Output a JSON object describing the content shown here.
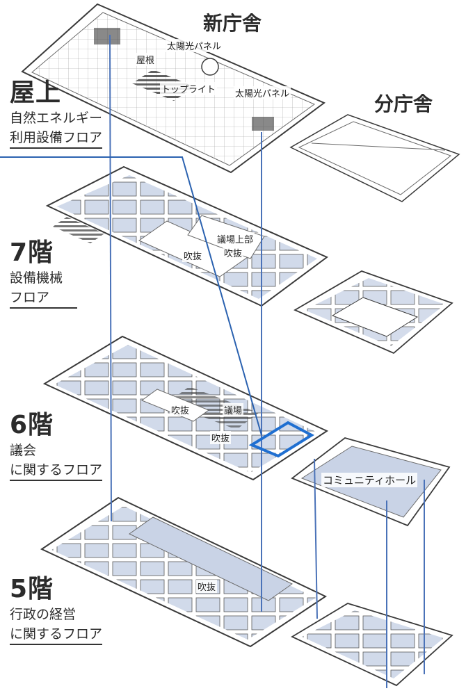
{
  "buildings": {
    "new": "新庁舎",
    "branch": "分庁舎"
  },
  "floors": {
    "roof": {
      "title": "屋上",
      "desc1": "自然エネルギー",
      "desc2": "利用設備フロア"
    },
    "f7": {
      "title": "7階",
      "desc1": "設備機械",
      "desc2": "フロア"
    },
    "f6": {
      "title": "6階",
      "desc1": "議会",
      "desc2": "に関するフロア"
    },
    "f5": {
      "title": "5階",
      "desc1": "行政の経営",
      "desc2": "に関するフロア"
    }
  },
  "callouts": {
    "solar1": "太陽光パネル",
    "roof_sign": "屋根",
    "skylight": "トップライト",
    "solar2": "太陽光パネル",
    "upper_chamber": "議場上部",
    "void7a": "吹抜",
    "void7b": "吹抜",
    "void6": "吹抜",
    "chamber": "議場",
    "void6b": "吹抜",
    "community_hall": "コミュニティホール",
    "void5": "吹抜"
  },
  "colors": {
    "room_fill": "#c9d3e6",
    "outline": "#3a3a3a",
    "accent_line": "#2b62b0",
    "highlight": "#1f6fd1"
  }
}
